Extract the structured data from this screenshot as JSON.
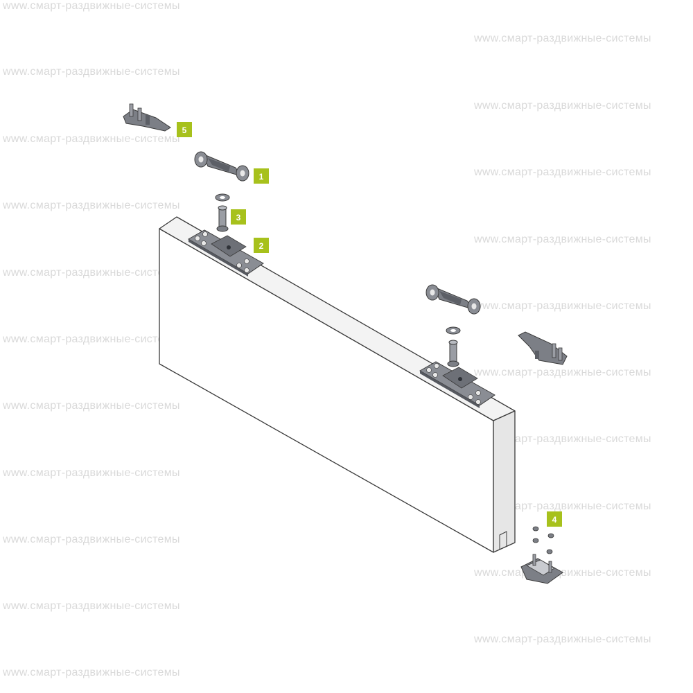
{
  "watermark": {
    "text": "www.смарт-раздвижные-системы"
  },
  "callouts": [
    {
      "label": "5"
    },
    {
      "label": "1"
    },
    {
      "label": "3"
    },
    {
      "label": "2"
    },
    {
      "label": "4"
    }
  ],
  "colors": {
    "callout_fill": "#a7c11c",
    "callout_text": "#ffffff",
    "part_fill": "#7c7f86",
    "part_dark": "#4a4d54",
    "door_face": "#ffffff",
    "door_edge": "#ececec",
    "line": "#3a3a3a",
    "watermark": "#d9d9d9"
  }
}
